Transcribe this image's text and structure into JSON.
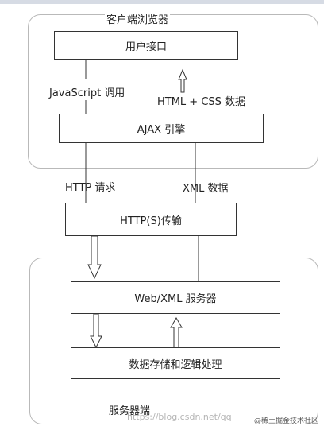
{
  "client": {
    "region_label": "客户端浏览器",
    "ui_box": "用户接口",
    "js_label": "JavaScript 调用",
    "html_css_label": "HTML + CSS 数据",
    "ajax_box": "AJAX 引擎"
  },
  "middle": {
    "http_request_label": "HTTP 请求",
    "xml_data_label": "XML 数据",
    "transport_box": "HTTP(S)传输"
  },
  "server": {
    "region_label": "服务器端",
    "web_server_box": "Web/XML 服务器",
    "storage_box": "数据存储和逻辑处理"
  },
  "watermark": {
    "url": "https://blog.csdn.net/qq",
    "site": "@稀土掘金技术社区"
  }
}
